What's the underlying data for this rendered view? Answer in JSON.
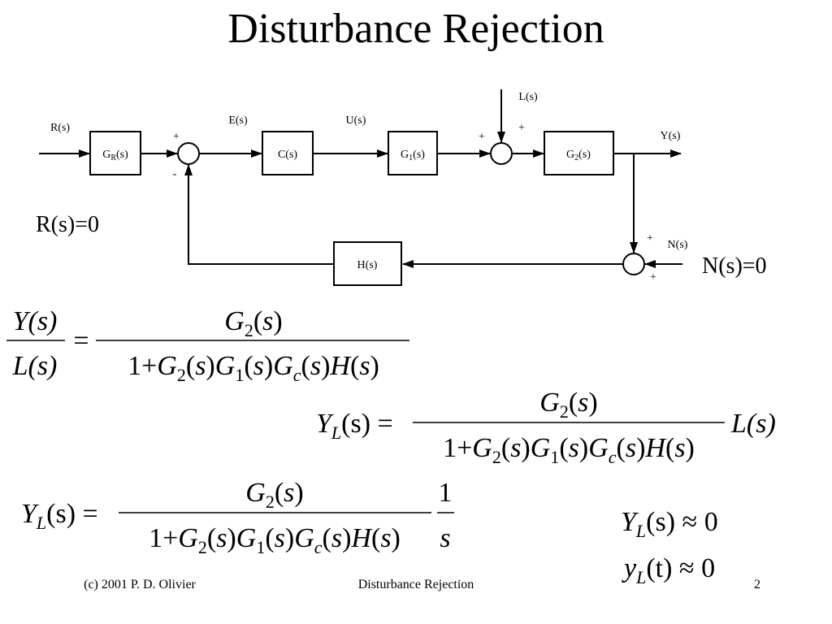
{
  "slide": {
    "title": "Disturbance Rejection",
    "footer_left": "(c) 2001 P. D. Olivier",
    "footer_center": "Disturbance Rejection",
    "page_number": "2"
  },
  "diagram": {
    "signals": {
      "reference": "R(s)",
      "error": "E(s)",
      "control": "U(s)",
      "load": "L(s)",
      "output": "Y(s)",
      "noise": "N(s)"
    },
    "blocks": {
      "prefilter": {
        "base": "G",
        "sub": "R",
        "tail": "(s)"
      },
      "controller": {
        "label": "C(s)"
      },
      "plant1": {
        "base": "G",
        "sub": "1",
        "tail": "(s)"
      },
      "plant2": {
        "base": "G",
        "sub": "2",
        "tail": "(s)"
      },
      "sensor": {
        "label": "H(s)"
      }
    },
    "signs": {
      "sum1_top": "+",
      "sum1_bottom": "-",
      "sum2_left": "+",
      "sum2_top": "+",
      "sum3_top": "+",
      "sum3_bottom": "+"
    },
    "conditions": {
      "reference": "R(s)=0",
      "noise": "N(s)=0"
    }
  },
  "equations": {
    "eq1_lhs_num": "Y(s)",
    "eq1_lhs_den": "L(s)",
    "eq2_lhs": "Y",
    "eq2_lhs_sub": "L",
    "eq2_lhs_tail": "(s) =",
    "eq2_tail": "L(s)",
    "eq3_lhs": "Y",
    "eq3_lhs_sub": "L",
    "eq3_lhs_tail": "(s) =",
    "eq3_step_num": "1",
    "eq3_step_den": "s",
    "result_y": "Y",
    "result_y_sub": "L",
    "result_y_tail": "(s) ≈ 0",
    "result_t": "y",
    "result_t_sub": "L",
    "result_t_tail": "(t) ≈ 0"
  }
}
